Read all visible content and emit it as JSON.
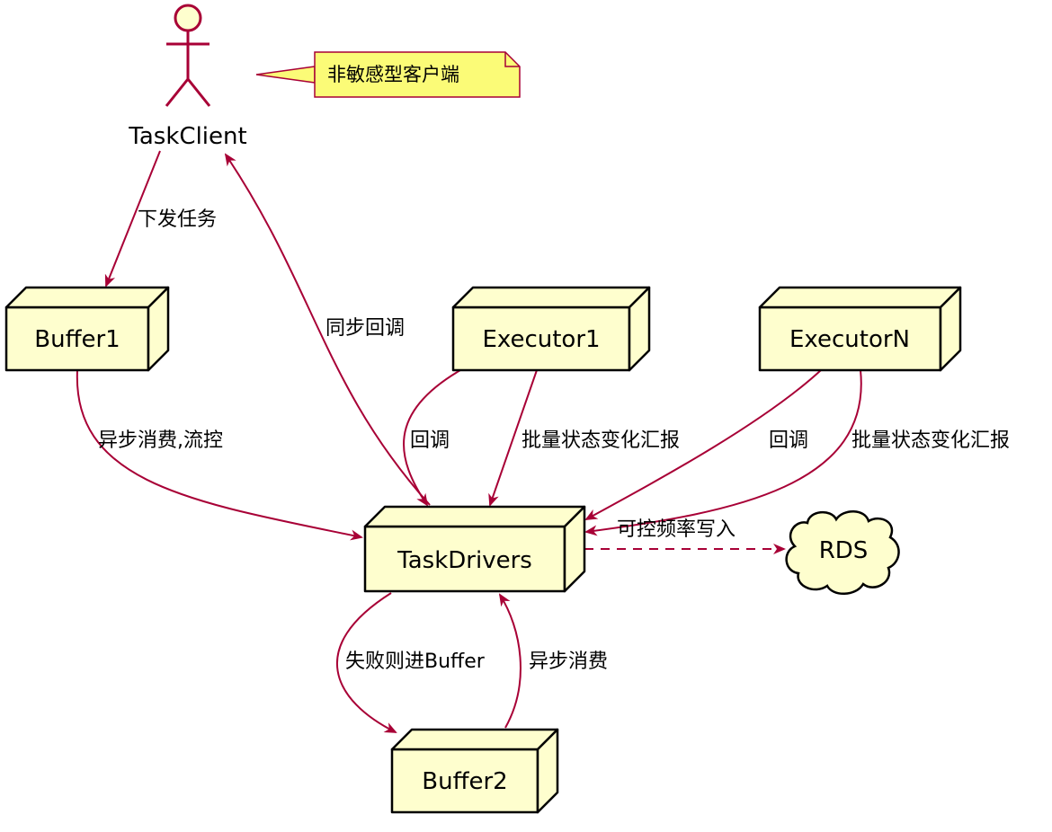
{
  "colors": {
    "node_fill": "#FEFECE",
    "node_stroke": "#000000",
    "edge": "#A80036",
    "note_fill": "#FBFB77",
    "note_stroke": "#A80036",
    "actor_fill": "#FEFECE",
    "actor_stroke": "#A80036"
  },
  "actor": {
    "name": "TaskClient",
    "icon": "stick-figure-icon"
  },
  "note": {
    "text": "非敏感型客户端"
  },
  "nodes": {
    "buffer1": "Buffer1",
    "executor1": "Executor1",
    "executorN": "ExecutorN",
    "taskdrivers": "TaskDrivers",
    "buffer2": "Buffer2",
    "rds": "RDS"
  },
  "edges": {
    "client_to_buffer1": "下发任务",
    "drivers_to_client": "同步回调",
    "buffer1_to_drivers": "异步消费,流控",
    "executor1_callback": "回调",
    "executor1_batch": "批量状态变化汇报",
    "executorN_callback": "回调",
    "executorN_batch": "批量状态变化汇报",
    "drivers_to_rds": "可控频率写入",
    "drivers_to_buffer2": "失败则进Buffer",
    "buffer2_to_drivers": "异步消费"
  }
}
